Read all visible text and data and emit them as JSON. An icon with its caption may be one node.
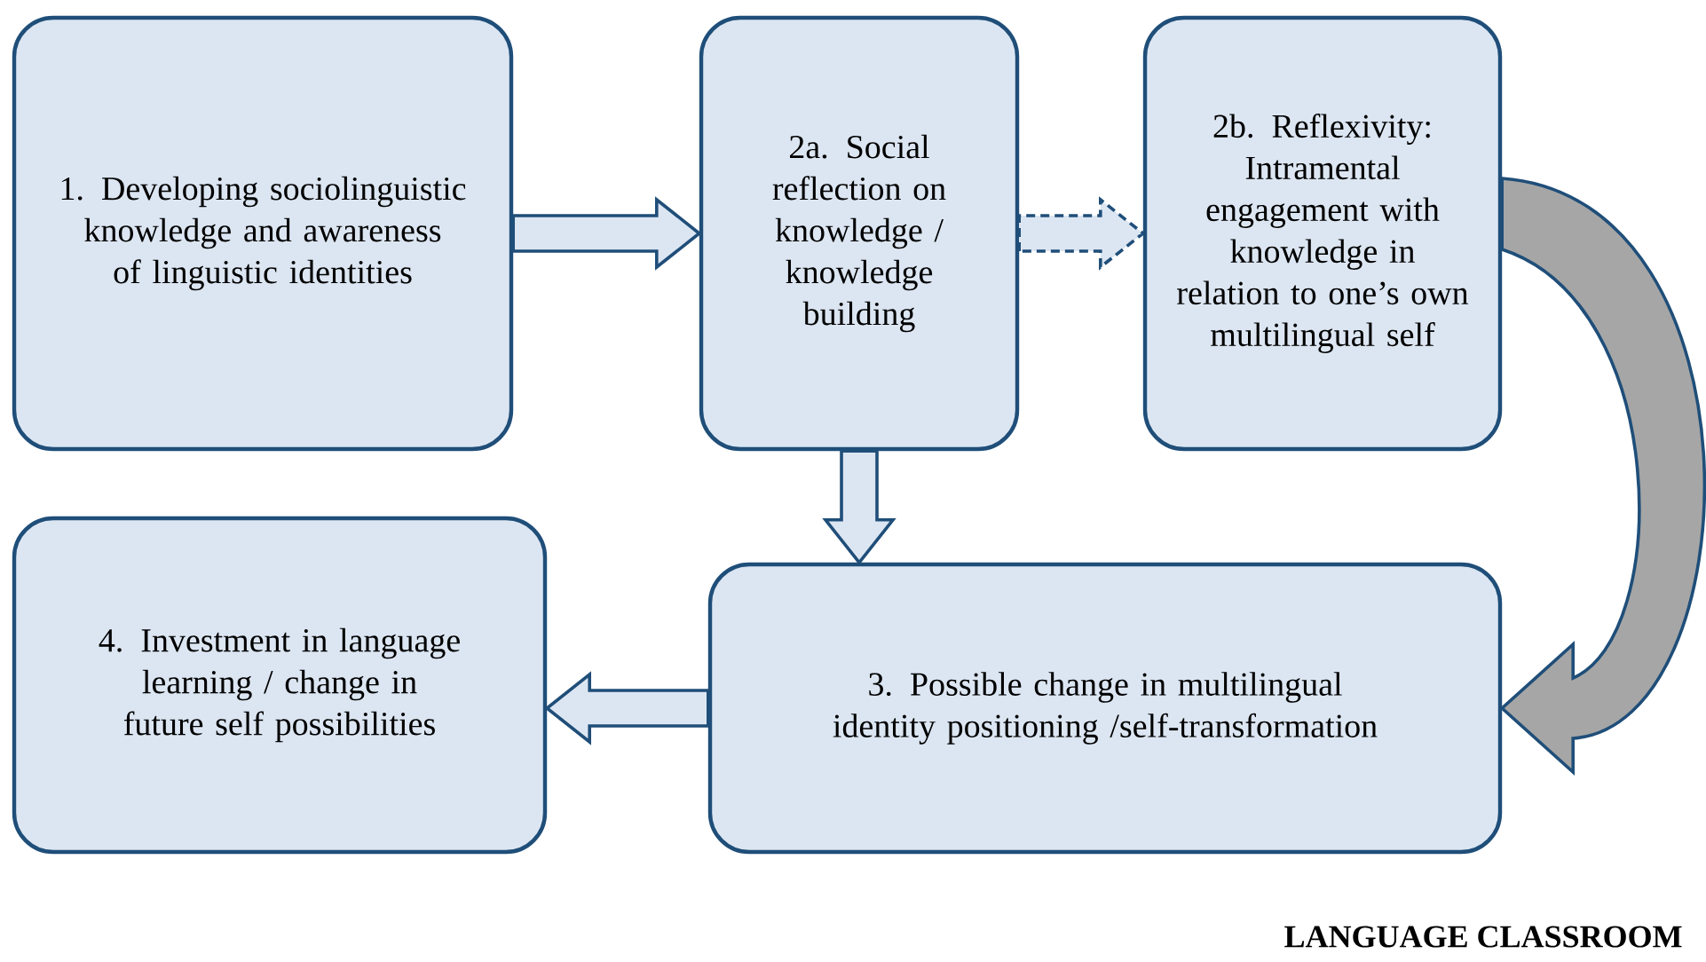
{
  "diagram": {
    "nodes": [
      {
        "text": [
          "1. Developing sociolinguistic knowledge and awareness of linguistic identities"
        ]
      },
      {
        "text": [
          "2a. Social reflection on knowledge / knowledge building"
        ]
      },
      {
        "text": [
          "2b. Reflexivity: Intramental engagement with knowledge in relation to one’s own multilingual self"
        ]
      },
      {
        "text": [
          "3. Possible change in multilingual identity positioning /self-transformation"
        ]
      },
      {
        "text": [
          "4. Investment in language learning / change in future self possibilities"
        ]
      }
    ],
    "edges": [
      {
        "from": 0,
        "to": 1,
        "arrow": "to"
      },
      {
        "from": 1,
        "to": 2,
        "arrow": "to",
        "style": "dashed"
      },
      {
        "from": 2,
        "to": 3,
        "arrow": "to",
        "color": "#a6a6a6"
      },
      {
        "from": 1,
        "to": 3,
        "arrow": "to"
      },
      {
        "from": 3,
        "to": 4,
        "arrow": "to"
      }
    ],
    "labels": [
      "LANGUAGE CLASSROOM"
    ]
  }
}
